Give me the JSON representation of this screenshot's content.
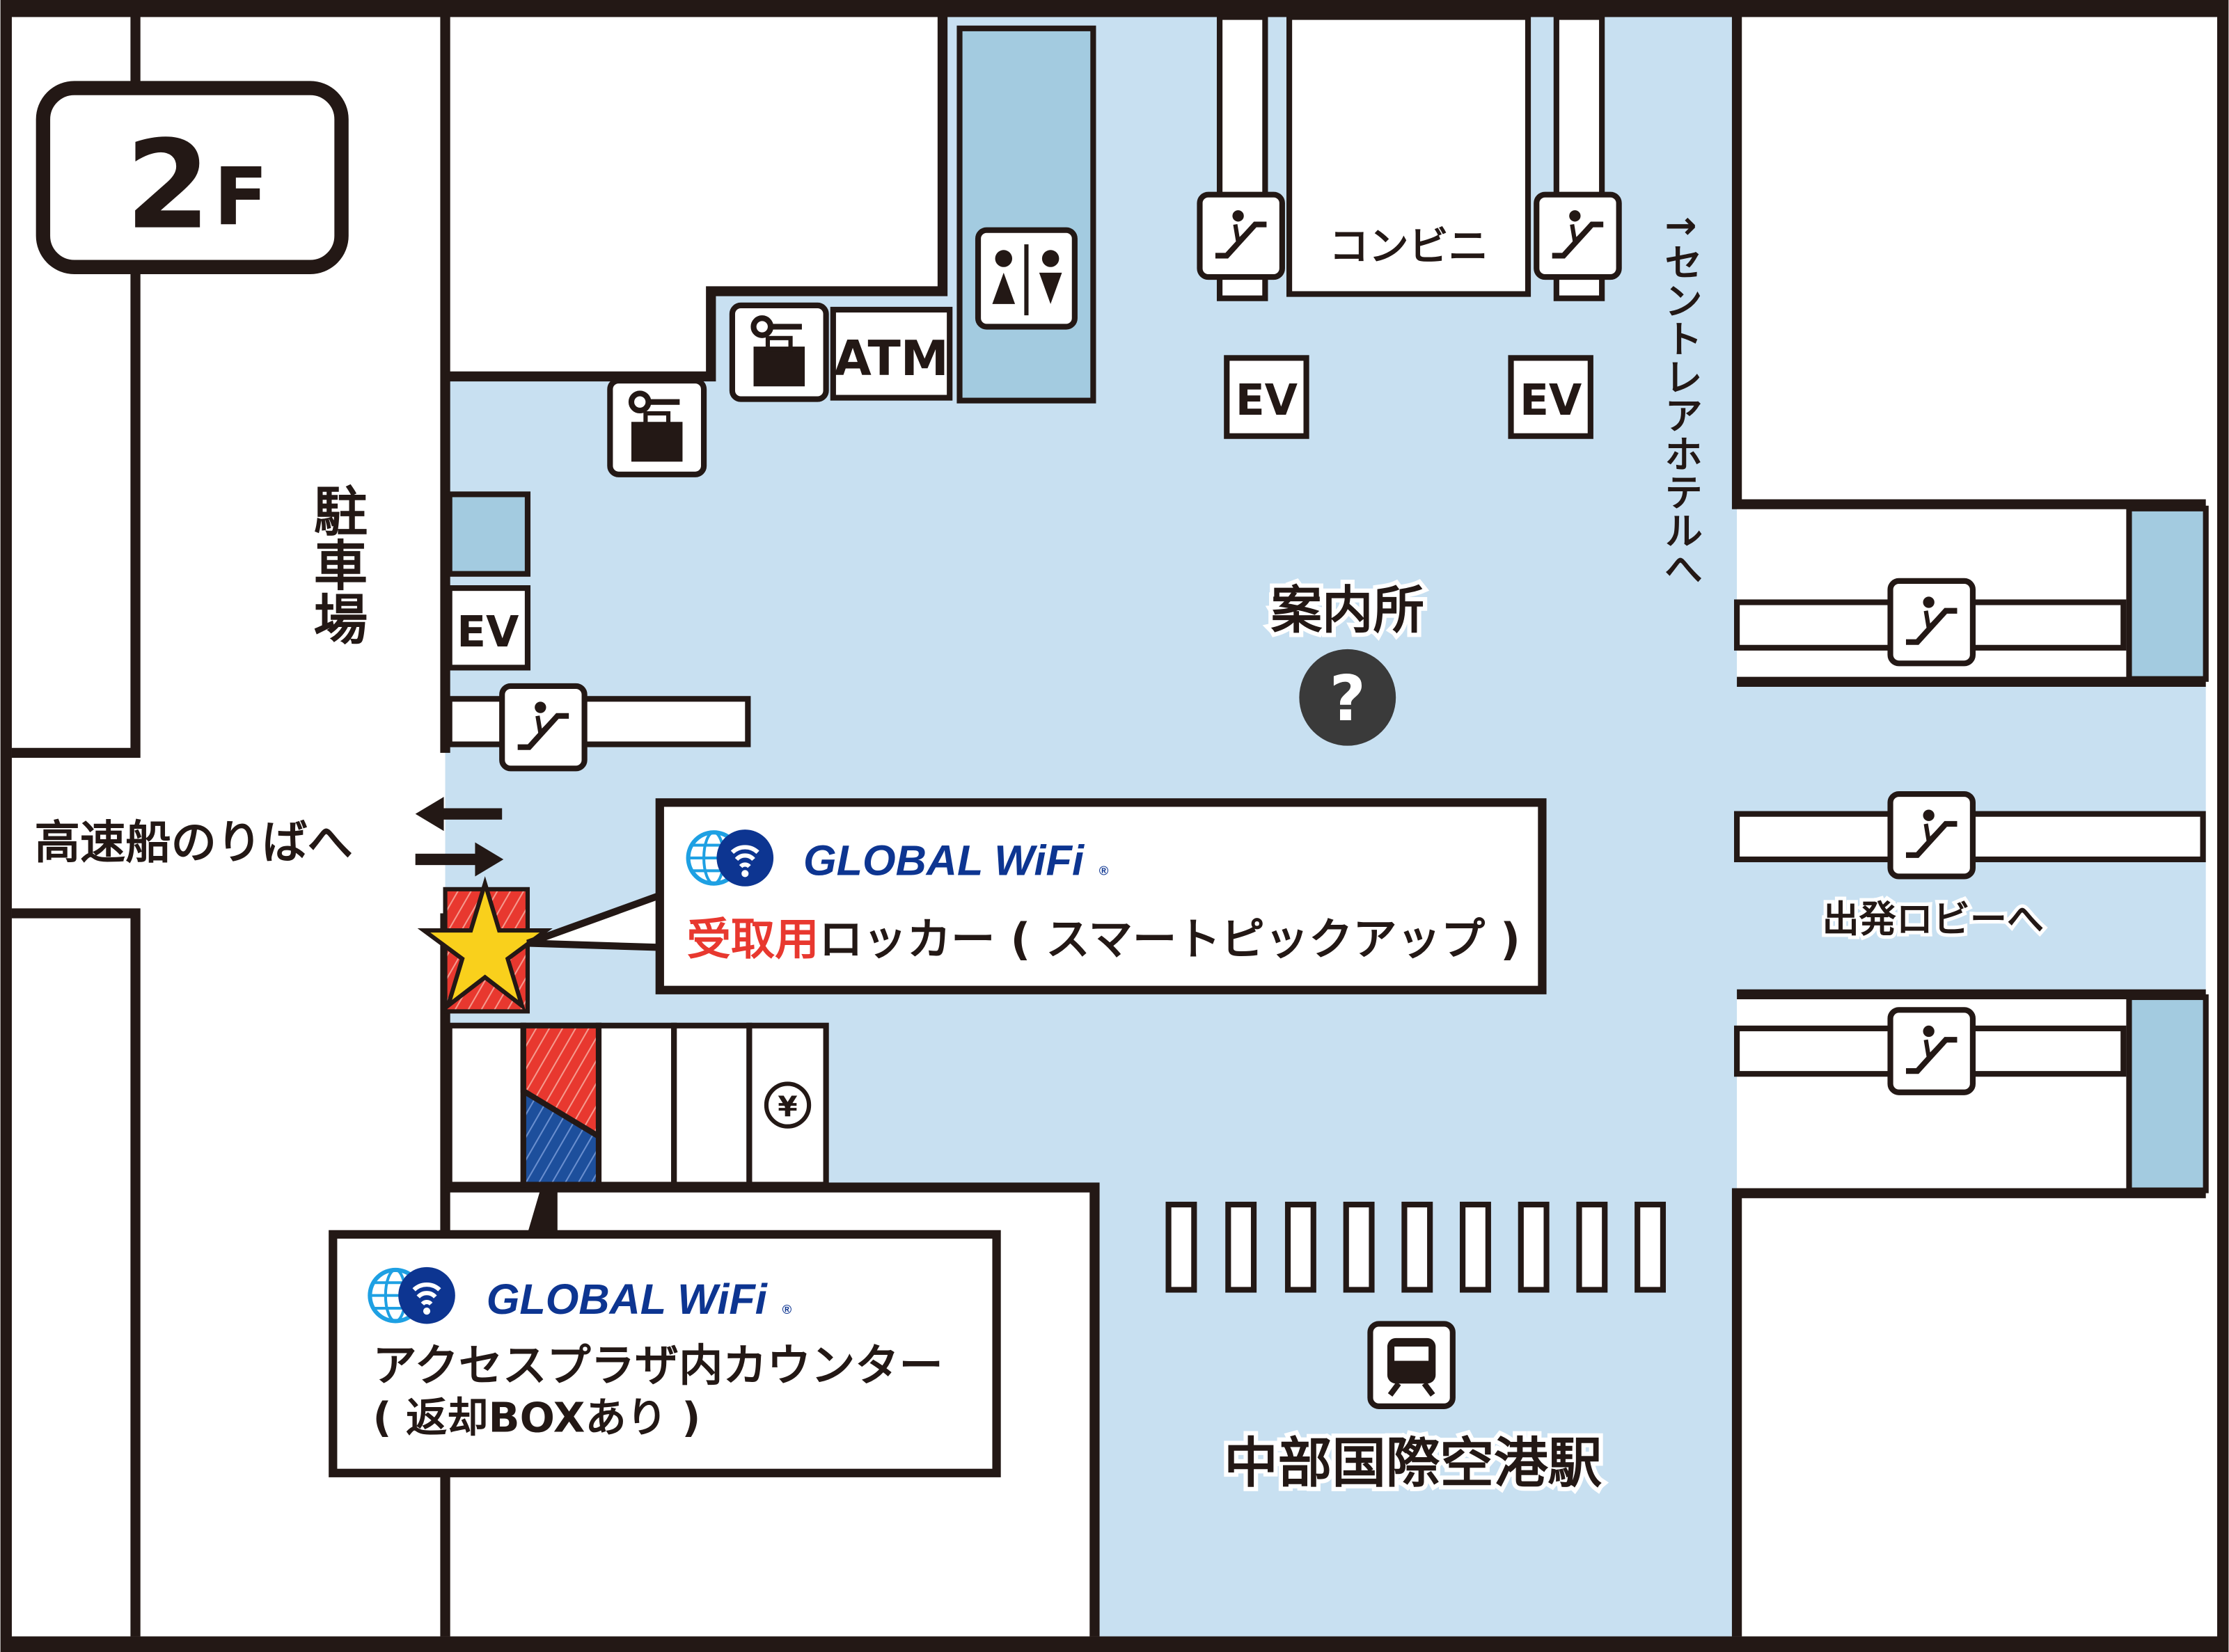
{
  "floor": {
    "label_number": "2",
    "label_unit": "F"
  },
  "labels": {
    "parking": "駐車場",
    "ferry": "高速船のりばへ",
    "info": "案内所",
    "info_symbol": "?",
    "hotel": "↑セントレアホテルへ",
    "departure": "出発ロビーへ",
    "station": "中部国際空港駅",
    "convenience": "コンビニ",
    "atm": "ATM",
    "ev": "EV",
    "currency": "¥"
  },
  "callout_locker": {
    "brand": "GLOBAL WiFi",
    "registered": "®",
    "title_highlight": "受取用",
    "title_rest": "ロッカー ( スマートピックアップ )"
  },
  "callout_counter": {
    "brand": "GLOBAL WiFi",
    "registered": "®",
    "line1": "アクセスプラザ内カウンター",
    "line2": "( 返却BOXあり )"
  },
  "colors": {
    "floor": "#c8e0f1",
    "accent_blue": "#a3cbe0",
    "wall": "#231815",
    "highlight_red": "#e8382f",
    "highlight_blue": "#1d4f9c",
    "star": "#f9d01c",
    "brand_blue": "#0d3591",
    "brand_light": "#1ea0e3"
  }
}
